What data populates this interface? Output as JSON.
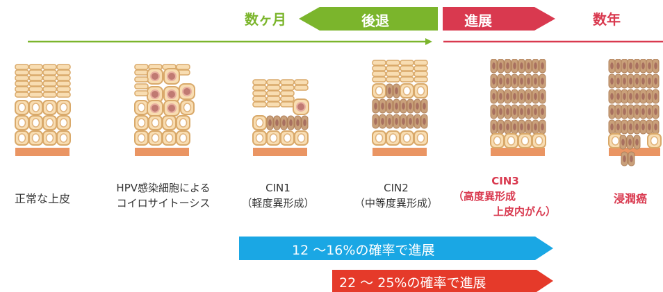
{
  "header": {
    "months": "数ヶ月",
    "regress": "後退",
    "progress": "進展",
    "years": "数年"
  },
  "stages": {
    "normal": "正常な上皮",
    "hpv_line1": "HPV感染細胞による",
    "hpv_line2": "コイロサイトーシス",
    "cin1_line1": "CIN1",
    "cin1_line2": "（軽度異形成）",
    "cin2_line1": "CIN2",
    "cin2_line2": "（中等度異形成）",
    "cin3_line1": "CIN3",
    "cin3_line2": "（高度異形成",
    "cin3_line3": "上皮内がん）",
    "invasive": "浸潤癌"
  },
  "bars": {
    "blue": "12 〜16%の確率で進展",
    "red": "22 〜 25%の確率で進展"
  },
  "colors": {
    "green": "#7bb52c",
    "red": "#d9394f",
    "blue": "#1aa7e4",
    "bar_red": "#e53a2a",
    "cell_fill": "#f8ddb2",
    "cell_stroke": "#d9a96a",
    "base": "#ea9563",
    "abnormal": "#c9a07a",
    "nucleus": "#c07a72"
  }
}
